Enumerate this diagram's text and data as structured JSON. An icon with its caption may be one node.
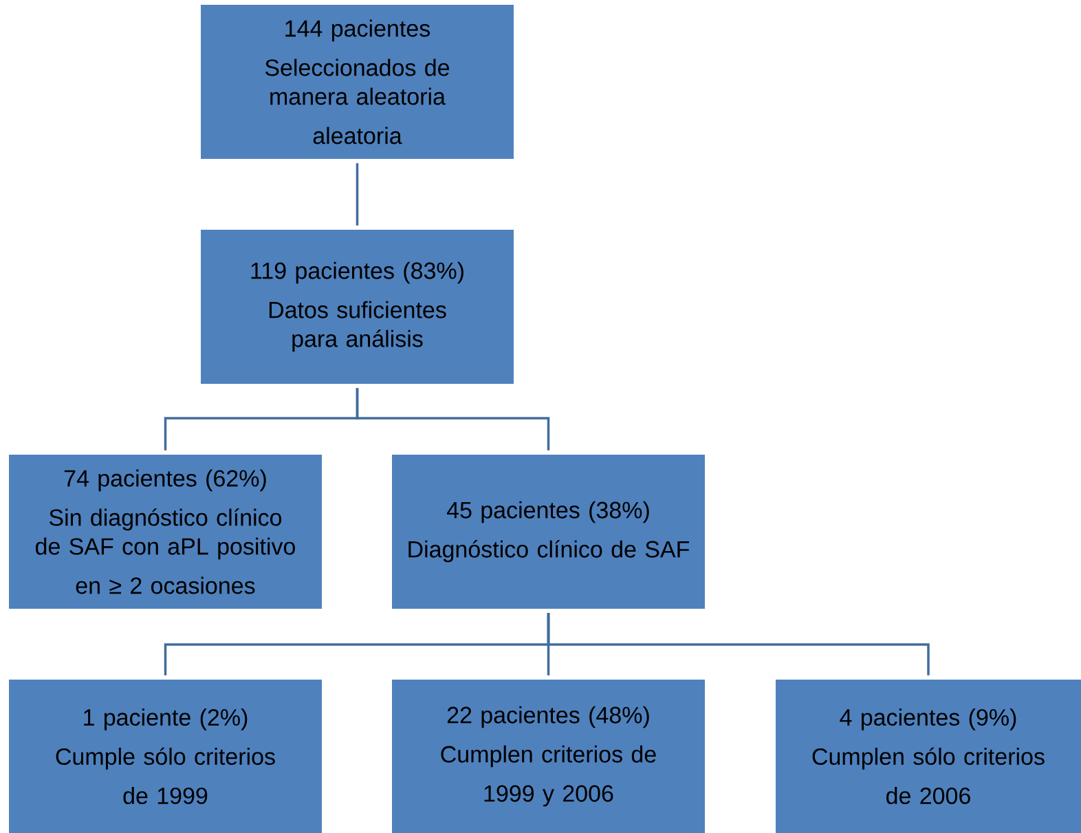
{
  "diagram": {
    "nodes": [
      {
        "text": [
          "144 pacientes",
          "Seleccionados de manera aleatoria",
          "aleatoria"
        ]
      },
      {
        "text": [
          "119 pacientes (83%)",
          "Datos suficientes para análisis"
        ]
      },
      {
        "text": [
          "74 pacientes (62%)",
          "Sin diagnóstico clínico de SAF con aPL positivo",
          "en ≥ 2 ocasiones"
        ]
      },
      {
        "text": [
          "45 pacientes (38%)",
          "Diagnóstico clínico de SAF"
        ]
      },
      {
        "text": [
          "1 paciente (2%)",
          "Cumple sólo criterios",
          "de 1999"
        ]
      },
      {
        "text": [
          "22 pacientes (48%)",
          "Cumplen criterios de",
          "1999 y 2006"
        ]
      },
      {
        "text": [
          "4 pacientes (9%)",
          "Cumplen sólo criterios",
          "de 2006"
        ]
      }
    ],
    "edges": [
      {
        "from": 0,
        "to": 1,
        "arrow": "none"
      },
      {
        "from": 1,
        "to": 2,
        "arrow": "none"
      },
      {
        "from": 1,
        "to": 3,
        "arrow": "none"
      },
      {
        "from": 3,
        "to": 4,
        "arrow": "none"
      },
      {
        "from": 3,
        "to": 5,
        "arrow": "none"
      },
      {
        "from": 3,
        "to": 6,
        "arrow": "none"
      }
    ]
  }
}
